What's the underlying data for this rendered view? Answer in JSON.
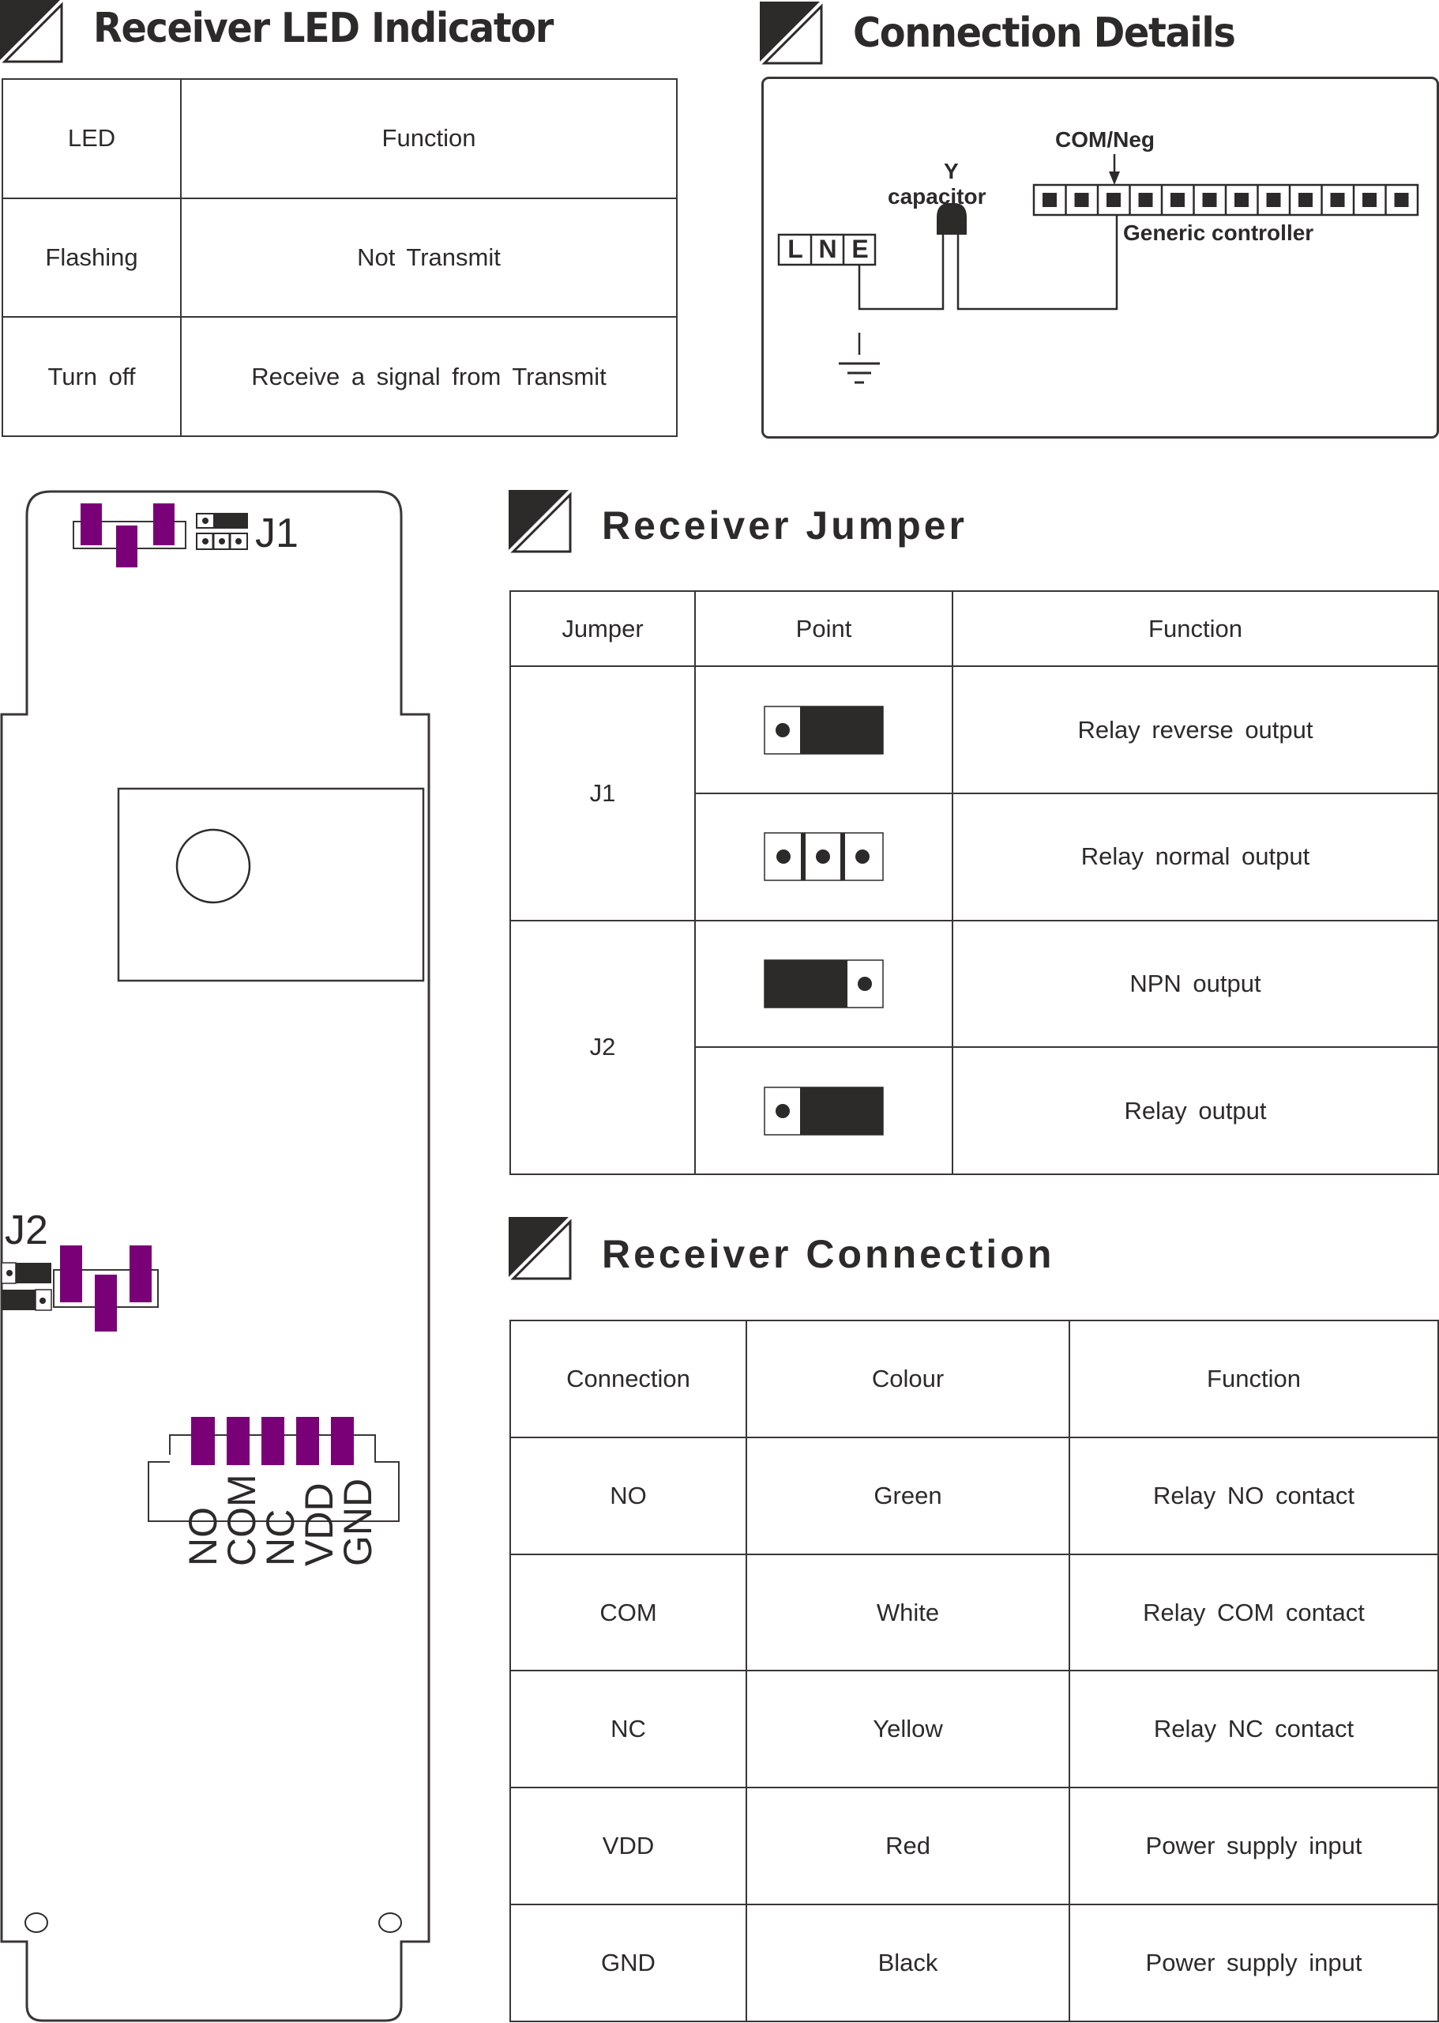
{
  "colors": {
    "ink": "#2d2a2a",
    "pad_purple": "#7a0078",
    "line": "#3a3636"
  },
  "led_section": {
    "title": "Receiver LED Indicator",
    "icon": "section-corner-icon",
    "headers": [
      "LED",
      "Function"
    ],
    "rows": [
      [
        "Flashing",
        "Not Transmit"
      ],
      [
        "Turn off",
        "Receive a signal from Transmit"
      ]
    ]
  },
  "connection_details": {
    "title": "Connection Details",
    "icon": "section-corner-icon",
    "terminal_letters": [
      "L",
      "N",
      "E"
    ],
    "capacitor_label_line1": "Y",
    "capacitor_label_line2": "capacitor",
    "com_label": "COM/Neg",
    "controller_label": "Generic controller",
    "controller_terminal_count": 12,
    "com_terminal_index": 3,
    "ground_icon": "ground-symbol-icon"
  },
  "pcb": {
    "j1_label": "J1",
    "j2_label": "J2",
    "pin_labels": [
      "NO",
      "COM",
      "NC",
      "VDD",
      "GND"
    ]
  },
  "jumper_section": {
    "title": "Receiver Jumper",
    "icon": "section-corner-icon",
    "headers": [
      "Jumper",
      "Point",
      "Function"
    ],
    "groups": [
      {
        "jumper": "J1",
        "rows": [
          {
            "point_icon": "jumper-pins-2-3-shorted-icon",
            "function": "Relay reverse output"
          },
          {
            "point_icon": "jumper-open-3pin-icon",
            "function": "Relay normal output"
          }
        ]
      },
      {
        "jumper": "J2",
        "rows": [
          {
            "point_icon": "jumper-pins-1-2-shorted-icon",
            "function": "NPN output"
          },
          {
            "point_icon": "jumper-pins-2-3-shorted-icon",
            "function": "Relay output"
          }
        ]
      }
    ]
  },
  "connection_section": {
    "title": "Receiver Connection",
    "icon": "section-corner-icon",
    "headers": [
      "Connection",
      "Colour",
      "Function"
    ],
    "rows": [
      [
        "NO",
        "Green",
        "Relay NO contact"
      ],
      [
        "COM",
        "White",
        "Relay COM contact"
      ],
      [
        "NC",
        "Yellow",
        "Relay NC contact"
      ],
      [
        "VDD",
        "Red",
        "Power supply input"
      ],
      [
        "GND",
        "Black",
        "Power supply input"
      ]
    ]
  }
}
